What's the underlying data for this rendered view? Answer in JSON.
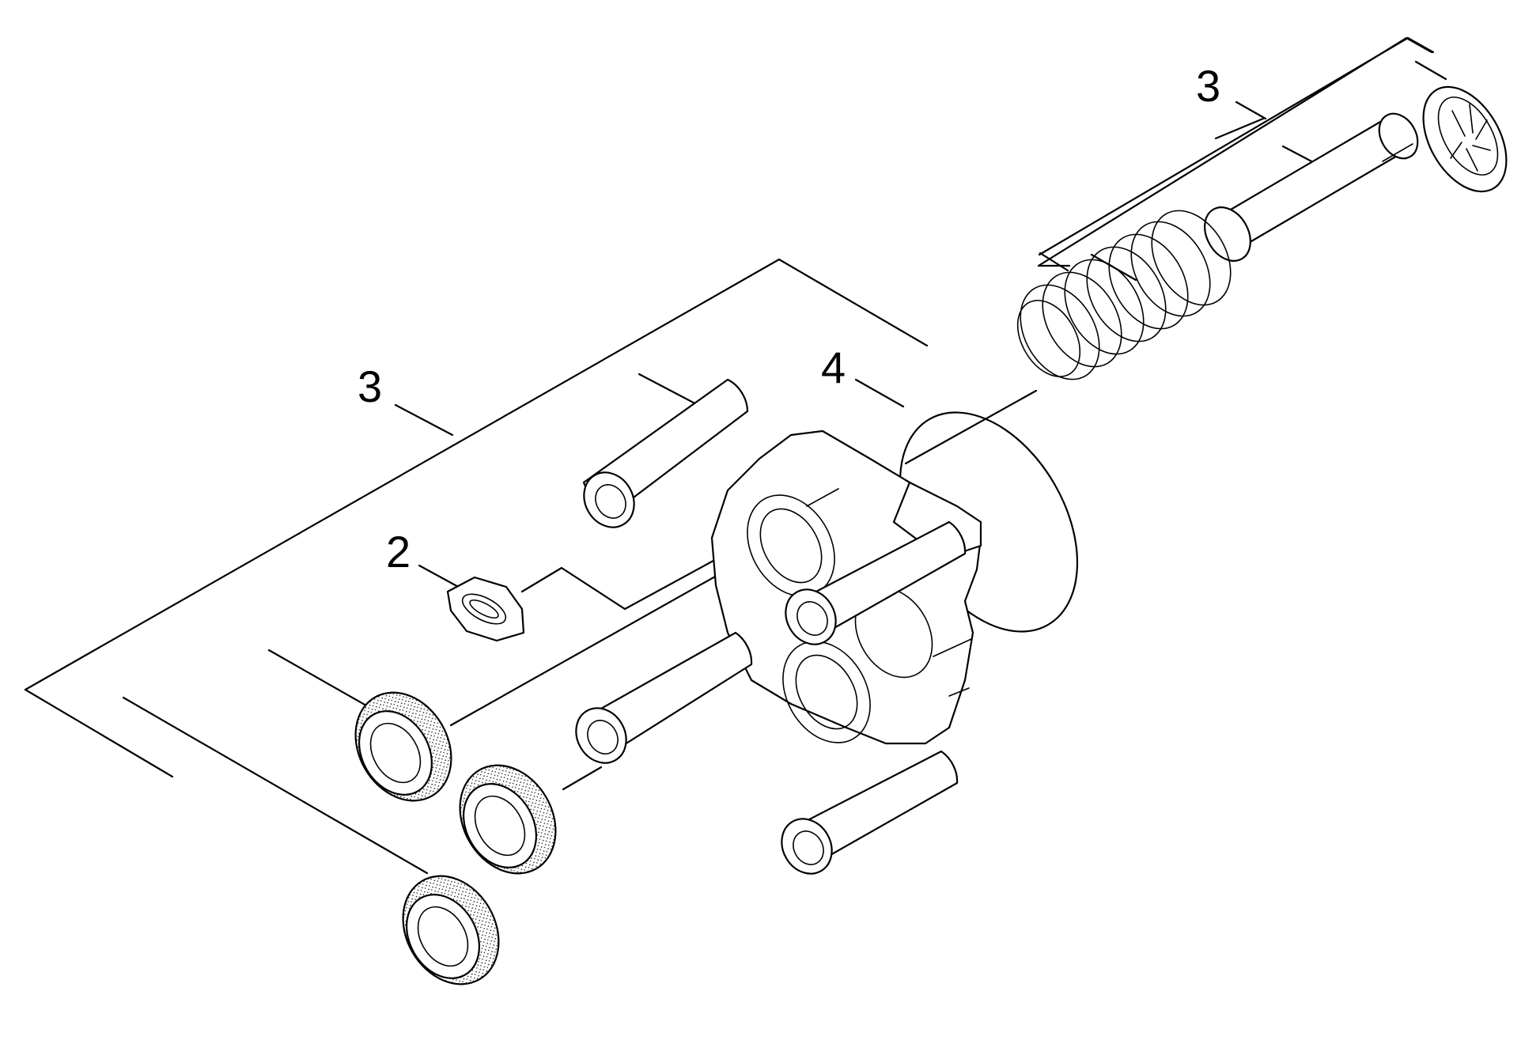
{
  "diagram": {
    "callouts": [
      {
        "id": "left-group",
        "label": "3"
      },
      {
        "id": "right-group",
        "label": "3"
      },
      {
        "id": "oring",
        "label": "4"
      },
      {
        "id": "nut",
        "label": "2"
      }
    ]
  }
}
